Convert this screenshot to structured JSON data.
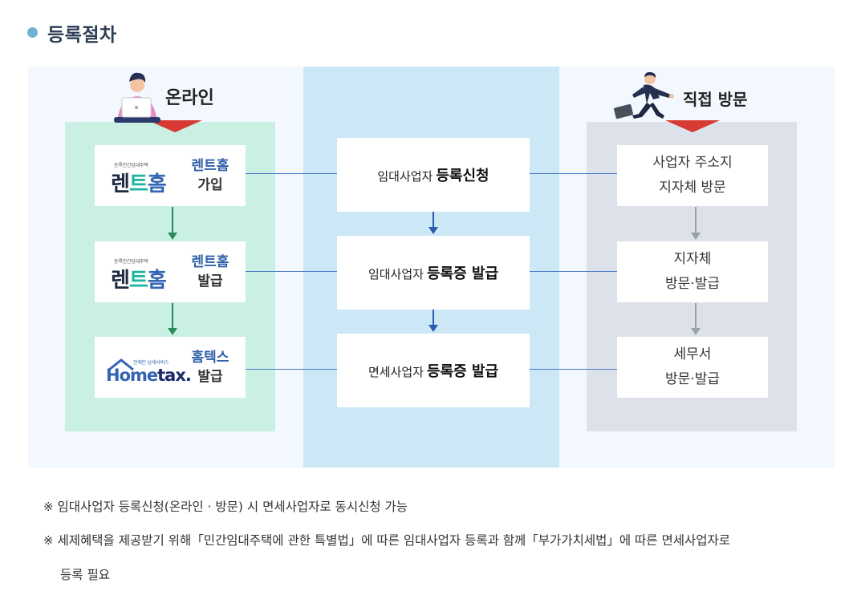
{
  "title": "등록절차",
  "columns": {
    "online": {
      "label": "온라인"
    },
    "visit": {
      "label": "직접 방문"
    }
  },
  "online_steps": [
    {
      "logo_small": "등록민간임대주택",
      "logo_main_a": "렌",
      "logo_main_b": "트",
      "logo_main_c": "홈",
      "line1": "렌트홈",
      "line2": "가입"
    },
    {
      "logo_small": "등록민간임대주택",
      "logo_main_a": "렌",
      "logo_main_b": "트",
      "logo_main_c": "홈",
      "line1": "렌트홈",
      "line2": "발급"
    },
    {
      "logo_small": "언제든 납세서비스",
      "logo_main_a": "Home",
      "logo_main_b": "tax.",
      "line1": "홈텍스",
      "line2": "발급"
    }
  ],
  "center_steps": [
    {
      "prefix": "임대사업자",
      "bold": "등록신청"
    },
    {
      "prefix": "임대사업자",
      "bold": "등록증 발급"
    },
    {
      "prefix": "면세사업자",
      "bold": "등록증 발급"
    }
  ],
  "visit_steps": [
    {
      "line1": "사업자 주소지",
      "line2": "지자체 방문"
    },
    {
      "line1": "지자체",
      "line2": "방문·발급"
    },
    {
      "line1": "세무서",
      "line2": "방문·발급"
    }
  ],
  "notes": [
    {
      "mark": "※",
      "text": "임대사업자 등록신청(온라인 · 방문) 시 면세사업자로 동시신청 가능"
    },
    {
      "mark": "※",
      "text": "세제혜택을 제공받기 위해「민간임대주택에 관한 특별법」에 따른 임대사업자 등록과 함께「부가가치세법」에 따른 면세사업자로",
      "text2": "등록 필요"
    }
  ],
  "colors": {
    "title_dot": "#6fb3d2",
    "online_bg": "#c9f0e3",
    "center_bg": "#cce7f6",
    "visit_bg": "#dde2ea",
    "pointer_red": "#d63a33",
    "connector_blue": "#4a77c9"
  },
  "icons": {
    "online": "person-with-laptop-icon",
    "visit": "running-businessman-icon"
  }
}
